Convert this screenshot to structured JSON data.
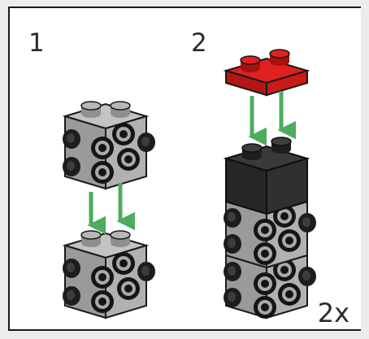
{
  "steps": [
    {
      "number": "1"
    },
    {
      "number": "2"
    }
  ],
  "multiplier": "2x",
  "colors": {
    "light_gray": "#a9a9a9",
    "dark_gray": "#2e2e2e",
    "red": "#d91a1a",
    "arrow_green": "#4cad5e",
    "background": "#ffffff",
    "border": "#ececec"
  }
}
